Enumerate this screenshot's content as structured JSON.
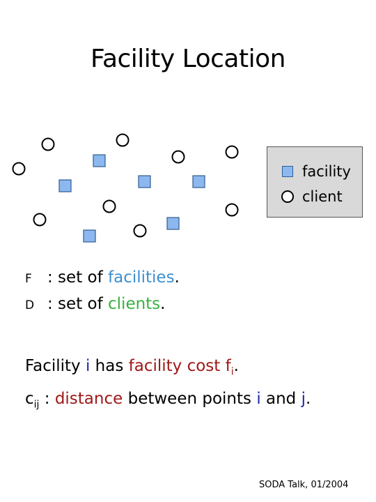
{
  "title": "Facility Location",
  "colors": {
    "facility_fill": "#8db8ef",
    "facility_border": "#2f5c8f",
    "facility_text": "#3d8fd0",
    "client_text": "#38b040",
    "cost_text": "#a01818",
    "index_text": "#1c2aa6"
  },
  "legend": {
    "facility_label": "facility",
    "client_label": "client"
  },
  "definitions": {
    "facilities": {
      "symbol": "F",
      "prefix": ": set of ",
      "term": "facilities",
      "suffix": "."
    },
    "clients": {
      "symbol": "D",
      "prefix": ": set of ",
      "term": "clients",
      "suffix": "."
    }
  },
  "cost_line": {
    "part1": "Facility ",
    "i": "i",
    "part2": " has ",
    "term": "facility cost f",
    "sub": "i",
    "end": "."
  },
  "distance_line": {
    "symbol": "c",
    "sub": "ij",
    "sep": " : ",
    "term": "distance",
    "middle": " between points ",
    "i": "i",
    "and": " and ",
    "j": "j",
    "end": "."
  },
  "footer": "SODA Talk, 01/2004"
}
